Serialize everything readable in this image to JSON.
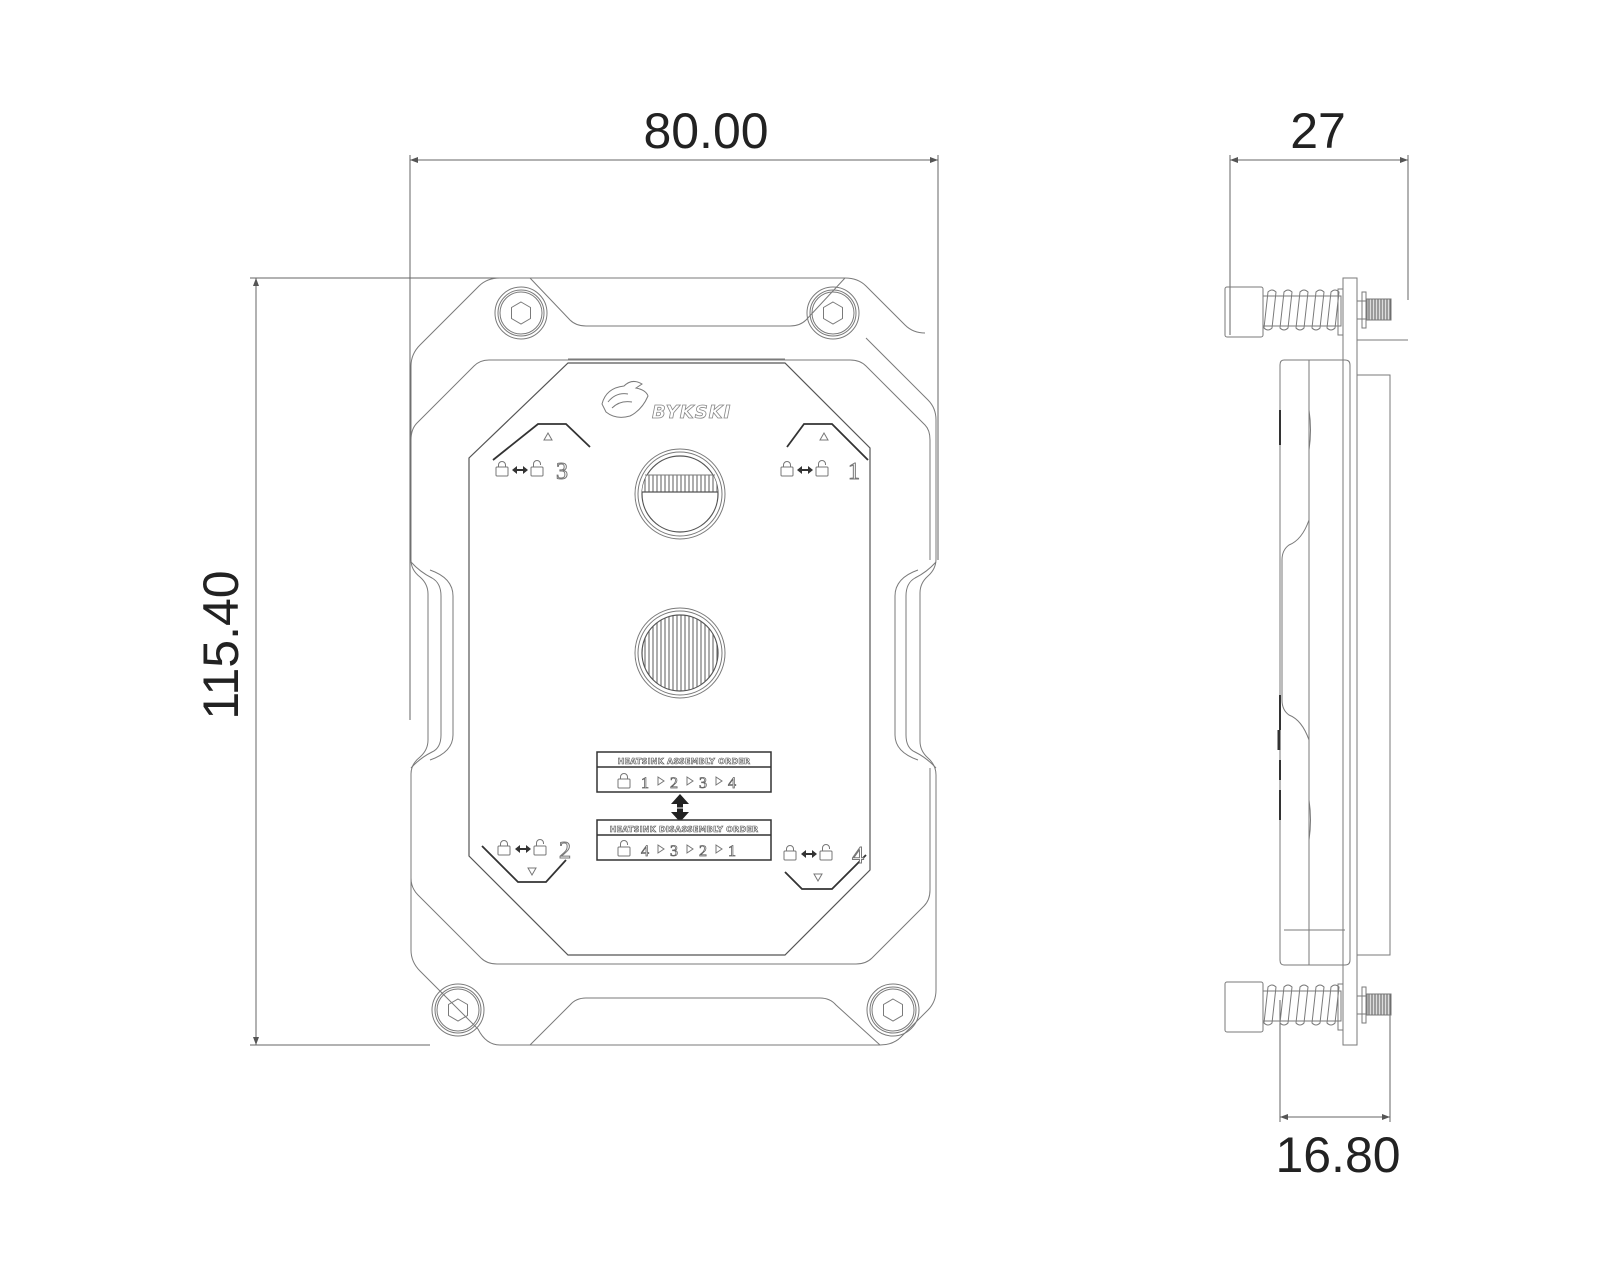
{
  "drawing": {
    "front_view": {
      "width_dimension": "80.00",
      "height_dimension": "115.40",
      "logo_text": "BYKSKI",
      "corner_labels": [
        {
          "number": "3",
          "position": "top-left",
          "arrow": "up"
        },
        {
          "number": "1",
          "position": "top-right",
          "arrow": "up"
        },
        {
          "number": "2",
          "position": "bottom-left",
          "arrow": "down"
        },
        {
          "number": "4",
          "position": "bottom-right",
          "arrow": "down"
        }
      ],
      "assembly_order": {
        "title": "HEATSINK ASSEMBLY ORDER",
        "sequence": [
          "1",
          "2",
          "3",
          "4"
        ],
        "icon": "lock-closed-icon"
      },
      "disassembly_order": {
        "title": "HEATSINK DISASSEMBLY ORDER",
        "sequence": [
          "4",
          "3",
          "2",
          "1"
        ],
        "icon": "lock-open-icon"
      },
      "ports": [
        "top-port",
        "bottom-port"
      ],
      "screws": 4
    },
    "side_view": {
      "total_depth_dimension": "27",
      "block_depth_dimension": "16.80"
    },
    "colors": {
      "line": "#7a7a7a",
      "dark_line": "#333333",
      "background": "#ffffff",
      "text": "#222222"
    }
  }
}
